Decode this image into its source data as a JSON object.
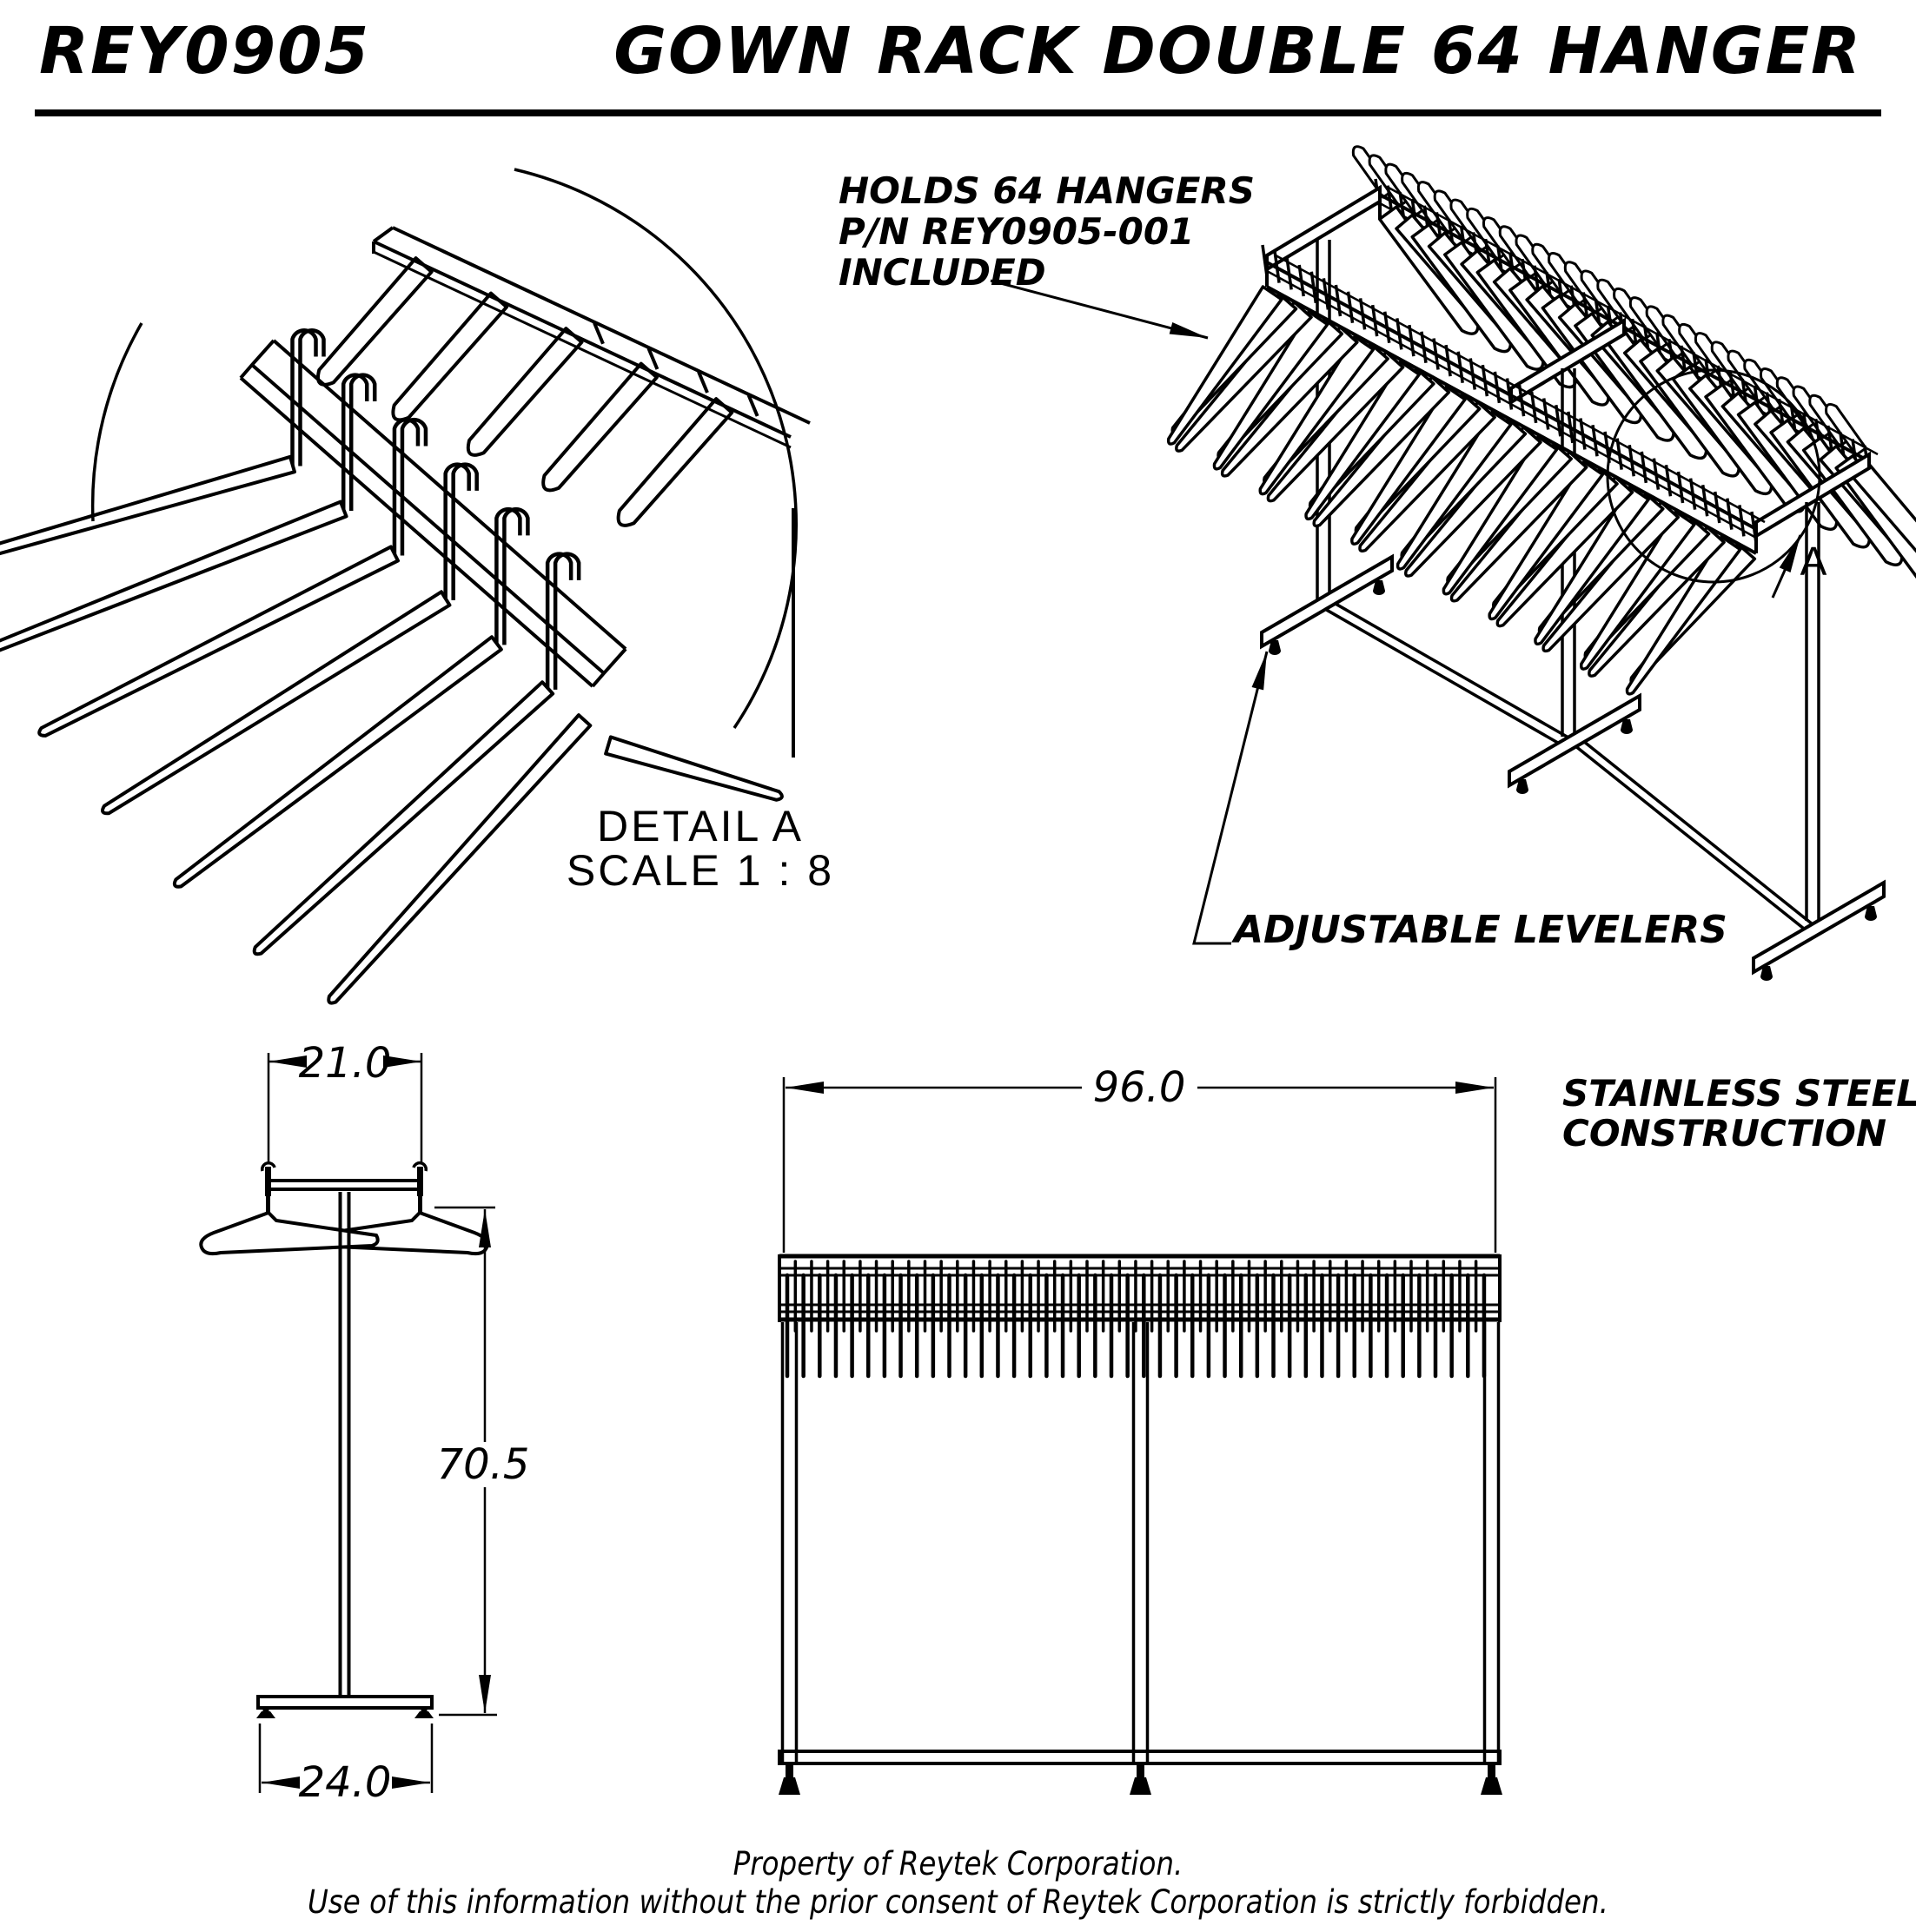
{
  "header": {
    "part_number": "REY0905",
    "title": "GOWN RACK DOUBLE 64 HANGER"
  },
  "detail_view": {
    "label": "DETAIL A",
    "scale": "SCALE 1 : 8",
    "callout_letter": "A",
    "hook_count": 6,
    "hanger_count": 7
  },
  "iso_view": {
    "hanger_callout": {
      "line1": "HOLDS 64 HANGERS",
      "line2": "P/N REY0905-001",
      "line3": "INCLUDED"
    },
    "leveler_callout": "ADJUSTABLE LEVELERS",
    "material_note": {
      "line1": "STAINLESS STEEL",
      "line2": "CONSTRUCTION"
    },
    "hangers_per_side": 32
  },
  "front_view": {
    "length_dim": "96.0",
    "hook_count": 44
  },
  "side_view": {
    "hanger_width_dim": "21.0",
    "height_dim": "70.5",
    "base_depth_dim": "24.0"
  },
  "footer": {
    "line1": "Property of Reytek Corporation.",
    "line2": "Use of this information without the prior consent of Reytek Corporation is strictly forbidden."
  },
  "colors": {
    "ink": "#000000",
    "paper": "#ffffff"
  }
}
